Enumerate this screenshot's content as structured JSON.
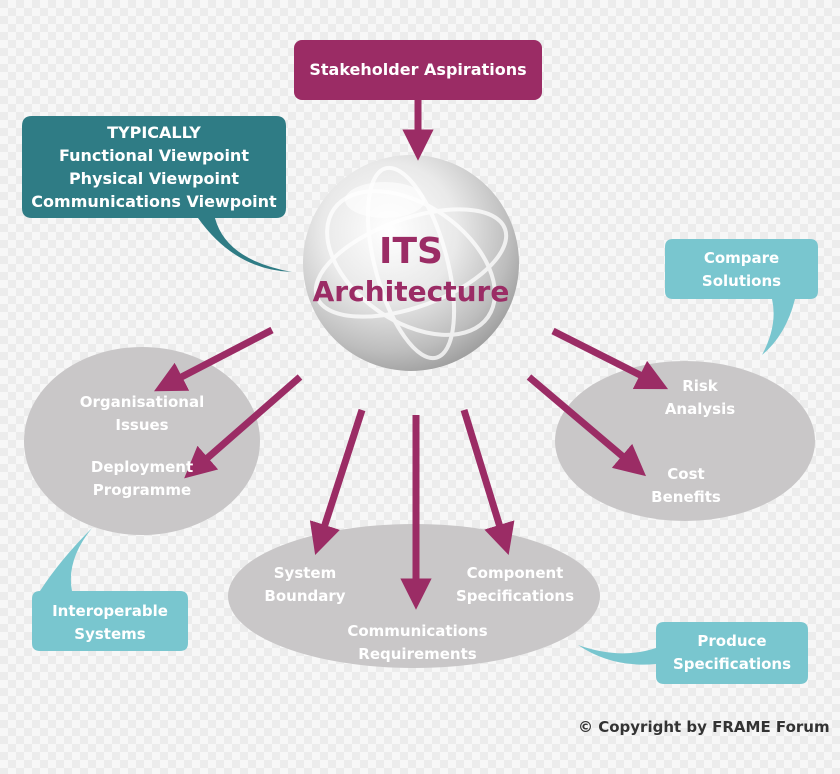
{
  "colors": {
    "magenta": "#9b2c65",
    "teal": "#2f7c85",
    "light_teal": "#79c6cf",
    "ellipse_gray": "#c9c7c8",
    "arrow": "#9b2c65"
  },
  "stakeholder": {
    "label": "Stakeholder Aspirations"
  },
  "typically": {
    "lines": [
      "TYPICALLY",
      "Functional Viewpoint",
      "Physical Viewpoint",
      "Communications Viewpoint"
    ]
  },
  "sphere": {
    "line1": "ITS",
    "line2": "Architecture"
  },
  "left_ellipse": {
    "item1": [
      "Organisational",
      "Issues"
    ],
    "item2": [
      "Deployment",
      "Programme"
    ]
  },
  "bottom_ellipse": {
    "item1": [
      "System",
      "Boundary"
    ],
    "item2": [
      "Component",
      "Specifications"
    ],
    "item3": [
      "Communications",
      "Requirements"
    ]
  },
  "right_ellipse": {
    "item1": [
      "Risk",
      "Analysis"
    ],
    "item2": [
      "Cost",
      "Benefits"
    ]
  },
  "compare": {
    "lines": [
      "Compare",
      "Solutions"
    ]
  },
  "interoperable": {
    "lines": [
      "Interoperable",
      "Systems"
    ]
  },
  "produce": {
    "lines": [
      "Produce",
      "Specifications"
    ]
  },
  "copyright": "© Copyright by FRAME Forum"
}
